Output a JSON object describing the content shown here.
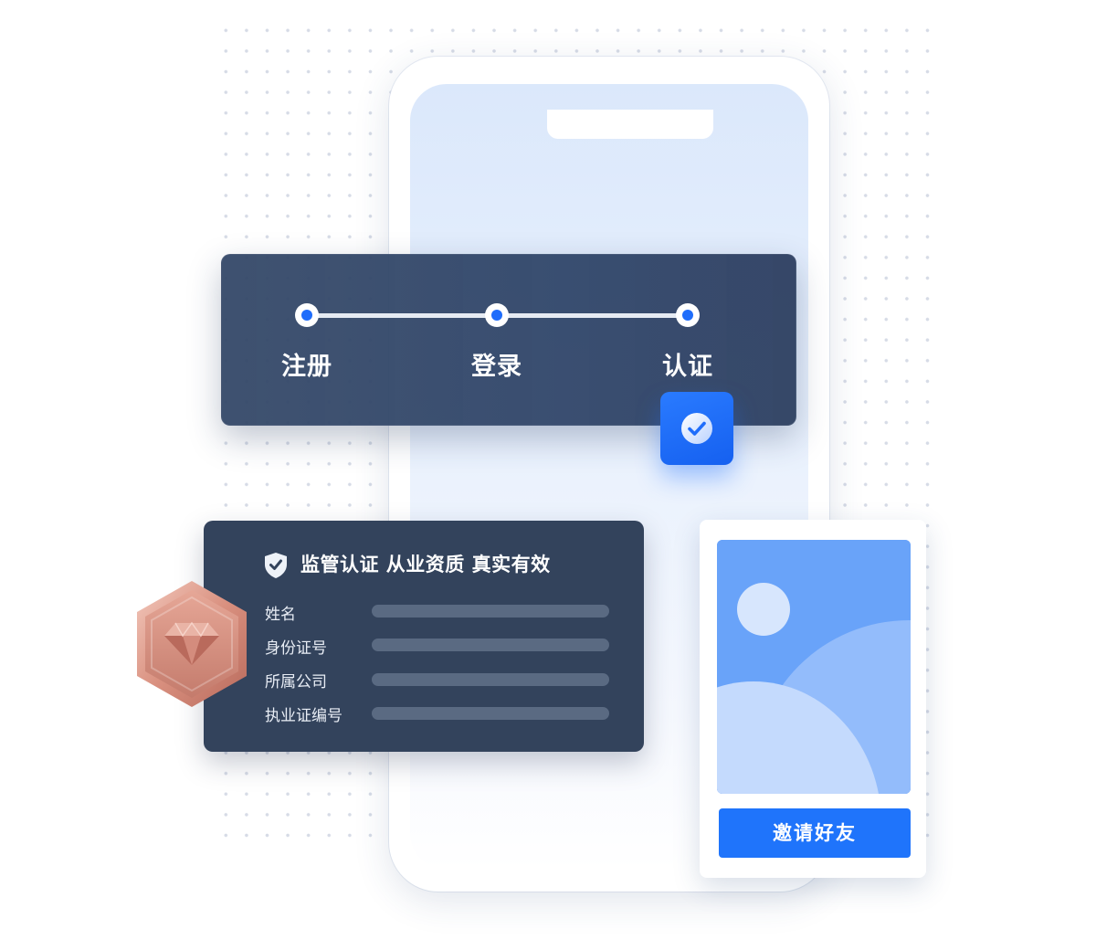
{
  "steps": [
    {
      "label": "注册"
    },
    {
      "label": "登录"
    },
    {
      "label": "认证"
    }
  ],
  "certification": {
    "title": "监管认证 从业资质 真实有效",
    "fields": [
      {
        "label": "姓名"
      },
      {
        "label": "身份证号"
      },
      {
        "label": "所属公司"
      },
      {
        "label": "执业证编号"
      }
    ]
  },
  "invite": {
    "button_label": "邀请好友"
  },
  "icons": {
    "check": "check-icon",
    "shield": "shield-check-icon",
    "badge": "diamond-hexagon-badge-icon",
    "image": "image-placeholder-icon"
  },
  "colors": {
    "accent": "#1f74fb",
    "card_dark": "#33435c",
    "badge_copper": "#c9857a"
  }
}
